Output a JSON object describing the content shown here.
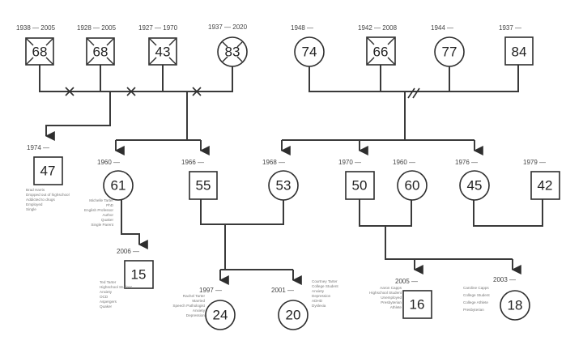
{
  "diagram": {
    "type": "genogram",
    "people": [
      {
        "id": "p1",
        "gender": "male",
        "deceased": true,
        "age": "68",
        "birth": "1938",
        "death": "2005"
      },
      {
        "id": "p2",
        "gender": "male",
        "deceased": true,
        "age": "68",
        "birth": "1928",
        "death": "2005"
      },
      {
        "id": "p3",
        "gender": "male",
        "deceased": true,
        "age": "43",
        "birth": "1927",
        "death": "1970"
      },
      {
        "id": "p4",
        "gender": "female",
        "deceased": true,
        "age": "83",
        "birth": "1937",
        "death": "2020"
      },
      {
        "id": "p5",
        "gender": "female",
        "deceased": false,
        "age": "74",
        "birth": "1948",
        "death": ""
      },
      {
        "id": "p6",
        "gender": "male",
        "deceased": true,
        "age": "66",
        "birth": "1942",
        "death": "2008"
      },
      {
        "id": "p7",
        "gender": "female",
        "deceased": false,
        "age": "77",
        "birth": "1944",
        "death": ""
      },
      {
        "id": "p8",
        "gender": "male",
        "deceased": false,
        "age": "84",
        "birth": "1937",
        "death": ""
      },
      {
        "id": "c1",
        "gender": "male",
        "deceased": false,
        "age": "47",
        "birth": "1974",
        "death": "",
        "notes": [
          "Brad Harris",
          "Dropped out of highschool",
          "Addicted to drugs",
          "Employed",
          "Single"
        ]
      },
      {
        "id": "c2",
        "gender": "female",
        "deceased": false,
        "age": "61",
        "birth": "1960",
        "death": "",
        "notes": [
          "Michelle Tarter",
          "PhD",
          "English Professor",
          "Author",
          "Quaker",
          "Single Parent"
        ]
      },
      {
        "id": "c3",
        "gender": "male",
        "deceased": false,
        "age": "55",
        "birth": "1966",
        "death": ""
      },
      {
        "id": "c4",
        "gender": "female",
        "deceased": false,
        "age": "53",
        "birth": "1968",
        "death": ""
      },
      {
        "id": "c5",
        "gender": "male",
        "deceased": false,
        "age": "50",
        "birth": "1970",
        "death": ""
      },
      {
        "id": "c6",
        "gender": "female",
        "deceased": false,
        "age": "60",
        "birth": "1960",
        "death": ""
      },
      {
        "id": "c7",
        "gender": "female",
        "deceased": false,
        "age": "45",
        "birth": "1976",
        "death": ""
      },
      {
        "id": "c8",
        "gender": "male",
        "deceased": false,
        "age": "42",
        "birth": "1979",
        "death": ""
      },
      {
        "id": "g1",
        "gender": "male",
        "deceased": false,
        "age": "15",
        "birth": "2006",
        "death": "",
        "notes": [
          "Ted Tarter",
          "Highschool Student",
          "Anxiety",
          "OCD",
          "Aspergers",
          "Quaker"
        ]
      },
      {
        "id": "g2",
        "gender": "female",
        "deceased": false,
        "age": "24",
        "birth": "1997",
        "death": "",
        "notes": [
          "Rachel Tarter",
          "Married",
          "Speech Pathologist",
          "Anxiety",
          "Depression"
        ]
      },
      {
        "id": "g3",
        "gender": "female",
        "deceased": false,
        "age": "20",
        "birth": "2001",
        "death": "",
        "notes": [
          "Courtney Tarter",
          "College Student",
          "Anxiety",
          "Depression",
          "ADHD",
          "Dyslexia"
        ]
      },
      {
        "id": "g4",
        "gender": "male",
        "deceased": false,
        "age": "16",
        "birth": "2005",
        "death": "",
        "notes": [
          "Aaron Capps",
          "Highschool Student",
          "Unemployed",
          "Presbyterian",
          "Athlete"
        ]
      },
      {
        "id": "g5",
        "gender": "female",
        "deceased": false,
        "age": "18",
        "birth": "2003",
        "death": "",
        "notes": [
          "Caroline Capps",
          "College Student",
          "College Athlete",
          "Presbyterian"
        ]
      }
    ],
    "relationships": [
      {
        "type": "divorced",
        "between": [
          "p1",
          "p2"
        ]
      },
      {
        "type": "divorced",
        "between": [
          "p2",
          "p3"
        ]
      },
      {
        "type": "divorced",
        "between": [
          "p3",
          "p4"
        ]
      },
      {
        "type": "married",
        "between": [
          "p5",
          "p6"
        ]
      },
      {
        "type": "divorced-separated",
        "between": [
          "p6",
          "p7"
        ],
        "marker": "//"
      },
      {
        "type": "married",
        "between": [
          "p7",
          "p8"
        ]
      },
      {
        "type": "married",
        "between": [
          "c3",
          "c4"
        ]
      },
      {
        "type": "married",
        "between": [
          "c5",
          "c6"
        ]
      },
      {
        "type": "married",
        "between": [
          "c7",
          "c8"
        ]
      }
    ]
  }
}
